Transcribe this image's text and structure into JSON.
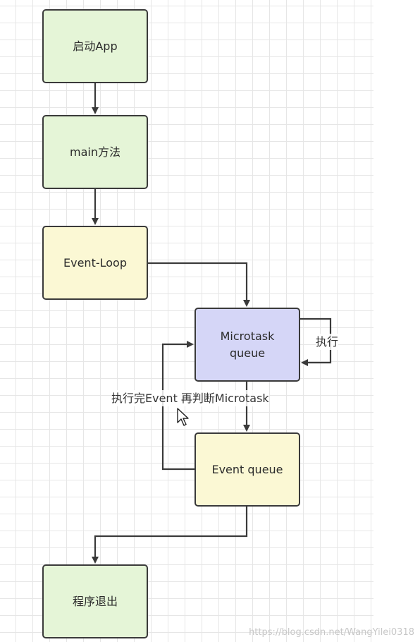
{
  "nodes": {
    "start": "启动App",
    "main": "main方法",
    "event_loop": "Event-Loop",
    "microtask_queue": "Microtask\nqueue",
    "event_queue": "Event queue",
    "exit": "程序退出"
  },
  "edge_labels": {
    "microtask_self_loop": "执行",
    "event_back_to_microtask": "执行完Event\n再判断Microtask"
  },
  "watermark": "https://blog.csdn.net/WangYilei0318",
  "colors": {
    "green_fill": "#e5f5d7",
    "yellow_fill": "#fbf8d4",
    "purple_fill": "#d5d6f7",
    "stroke": "#3a3a3a"
  }
}
